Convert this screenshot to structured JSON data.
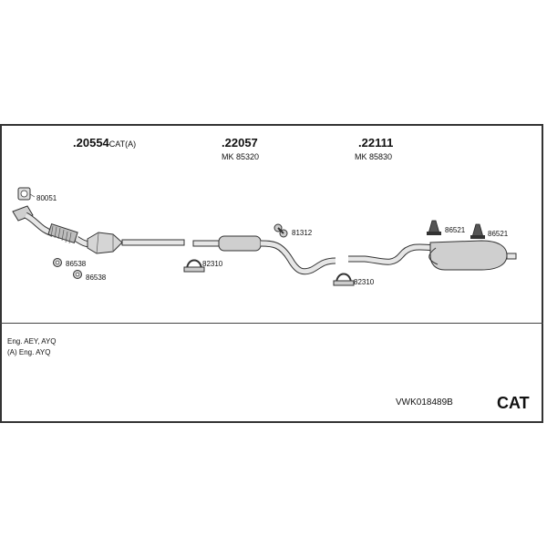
{
  "parts": {
    "front_pipe": {
      "number": "20554",
      "suffix": "CAT(A)"
    },
    "middle_silencer": {
      "number": "22057",
      "mounting_kit": "MK 85320"
    },
    "rear_silencer": {
      "number": "22111",
      "mounting_kit": "MK 85830"
    }
  },
  "accessories": {
    "gasket_80051": "80051",
    "nut_86538_a": "86538",
    "nut_86538_b": "86538",
    "clamp_82310_a": "82310",
    "rubber_81312": "81312",
    "clamp_82310_b": "82310",
    "hanger_86521_a": "86521",
    "hanger_86521_b": "86521"
  },
  "notes": {
    "line1": "Eng. AEY, AYQ",
    "line2": "(A) Eng. AYQ"
  },
  "kit_code": "VWK018489B",
  "category": "CAT"
}
